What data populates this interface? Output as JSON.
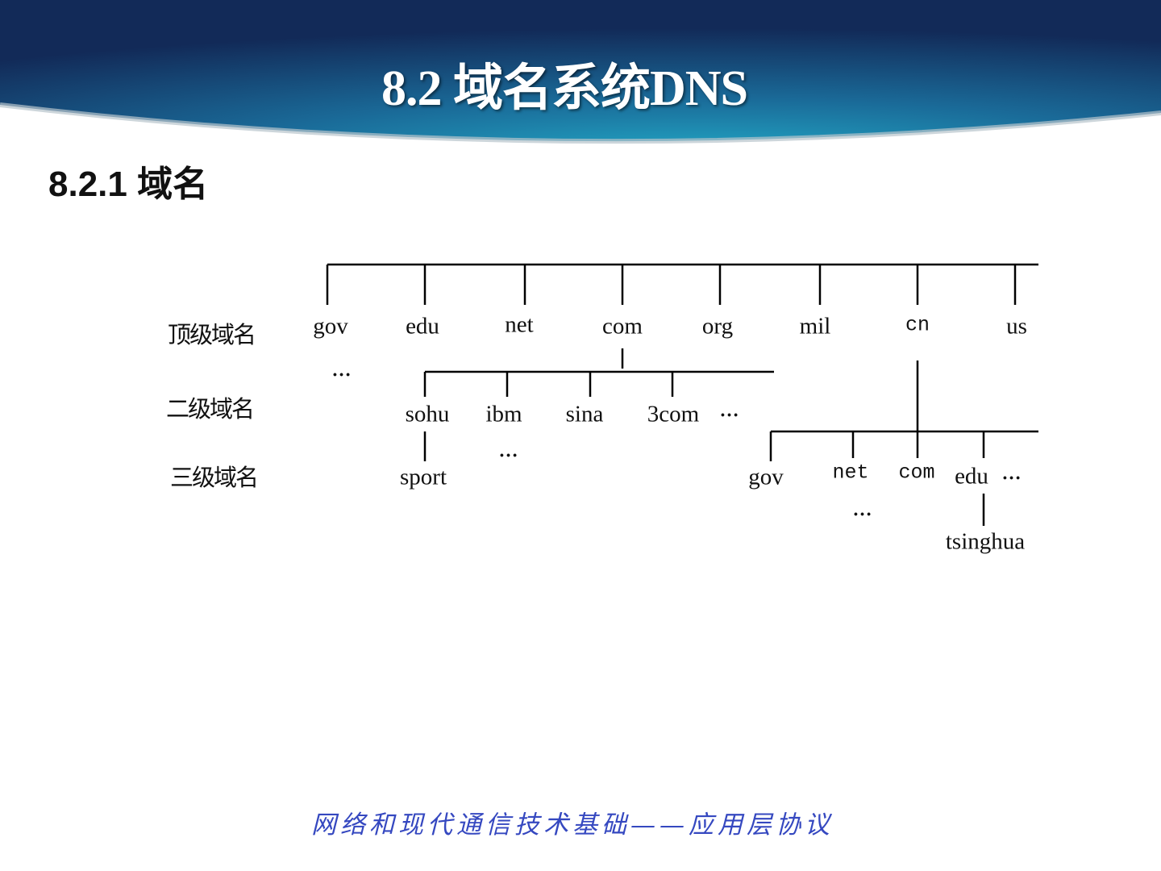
{
  "slide": {
    "title": "8.2  域名系统DNS",
    "subtitle": "8.2.1  域名",
    "footer": "网络和现代通信技术基础——应用层协议"
  },
  "diagram": {
    "row_labels": [
      "顶级域名",
      "二级域名",
      "三级域名"
    ],
    "top_level": [
      "gov",
      "edu",
      "net",
      "com",
      "org",
      "mil",
      "cn",
      "us"
    ],
    "com_children": [
      "sohu",
      "ibm",
      "sina",
      "3com"
    ],
    "sohu_children": [
      "sport"
    ],
    "cn_children": [
      "gov",
      "net",
      "com",
      "edu"
    ],
    "edu_children": [
      "tsinghua"
    ],
    "ellipsis": "…"
  },
  "colors": {
    "banner_dark": "#14305e",
    "banner_light": "#1a8fb0",
    "footer": "#3548c0"
  }
}
